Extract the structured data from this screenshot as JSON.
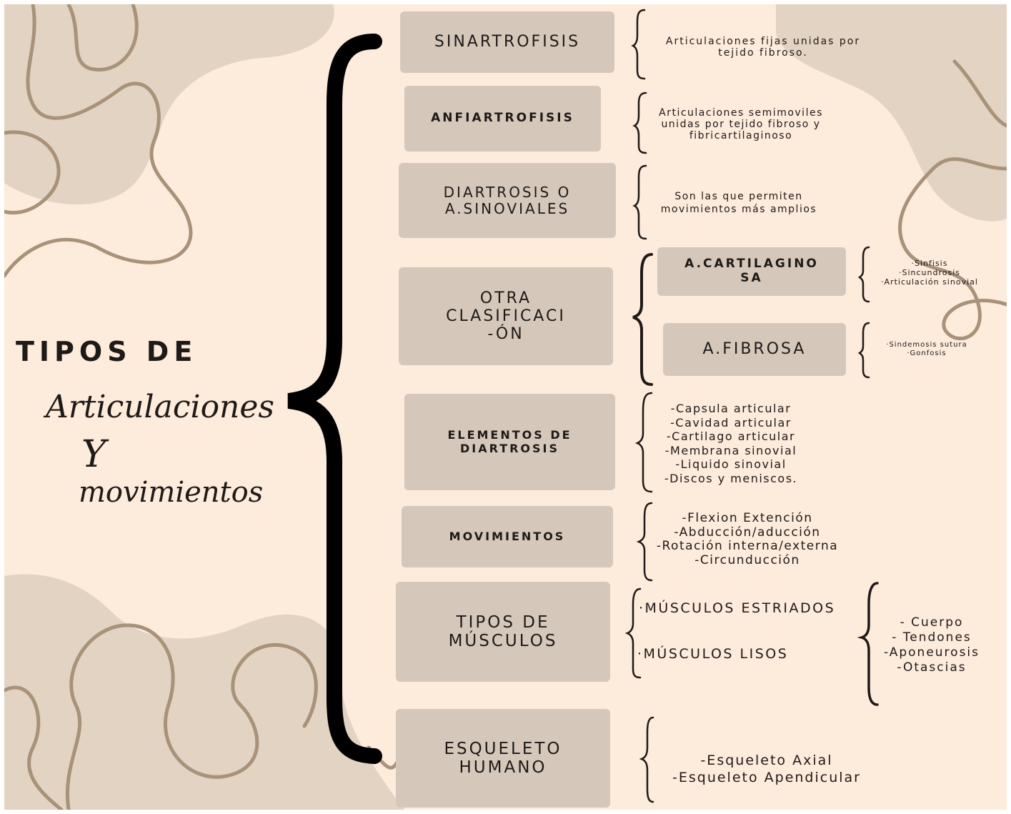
{
  "title": {
    "line1": "TIPOS DE",
    "script1": "Articulaciones",
    "script2": "Y",
    "script3": "movimientos"
  },
  "boxes": [
    {
      "label": [
        "SINARTROFISIS"
      ]
    },
    {
      "label": [
        "ANFIARTROFISIS"
      ]
    },
    {
      "label": [
        "DIARTROSIS O",
        "A.SINOVIALES"
      ]
    },
    {
      "label": [
        "OTRA",
        "CLASIFICACI",
        "-ÓN"
      ]
    },
    {
      "label": [
        "ELEMENTOS DE",
        "DIARTROSIS"
      ]
    },
    {
      "label": [
        "MOVIMIENTOS"
      ]
    },
    {
      "label": [
        "TIPOS DE",
        "MÚSCULOS"
      ]
    },
    {
      "label": [
        "ESQUELETO",
        "HUMANO"
      ]
    }
  ],
  "sub_boxes": [
    {
      "label": [
        "A.CARTILAGINO",
        "SA"
      ]
    },
    {
      "label": [
        "A.FIBROSA"
      ]
    }
  ],
  "descriptions": [
    [
      "Articulaciones fijas unidas por",
      "tejido fibroso."
    ],
    [
      "Articulaciones semimoviles",
      "unidas por tejido fibroso y",
      "fibricartilaginoso"
    ],
    [
      "Son las que permiten",
      "movimientos más amplios"
    ],
    [
      "-Capsula articular",
      "-Cavidad articular",
      "-Cartilago articular",
      "-Membrana sinovial",
      "-Liquido sinovial",
      "-Discos y meniscos."
    ],
    [
      "-Flexion Extención",
      "-Abducción/aducción",
      "-Rotación interna/externa",
      "-Circunducción"
    ],
    [
      "-Esqueleto Axial",
      "-Esqueleto Apendicular"
    ]
  ],
  "sub_descriptions": [
    [
      "·Sinfisis",
      "·Sincundrosis",
      "·Articulación sinovial"
    ],
    [
      "·Sindemosis sutura",
      "·Gonfosis"
    ]
  ],
  "muscle_types": [
    "·MÚSCULOS ESTRIADOS",
    "·MÚSCULOS LISOS"
  ],
  "muscle_parts": [
    "- Cuerpo",
    "- Tendones",
    "-Aponeurosis",
    "-Otascias"
  ],
  "colors": {
    "background": "#fdebdc",
    "blob": "#e3d3c3",
    "box": "#d5c8bb",
    "squiggle": "#a89279",
    "text": "#1f1a17"
  }
}
